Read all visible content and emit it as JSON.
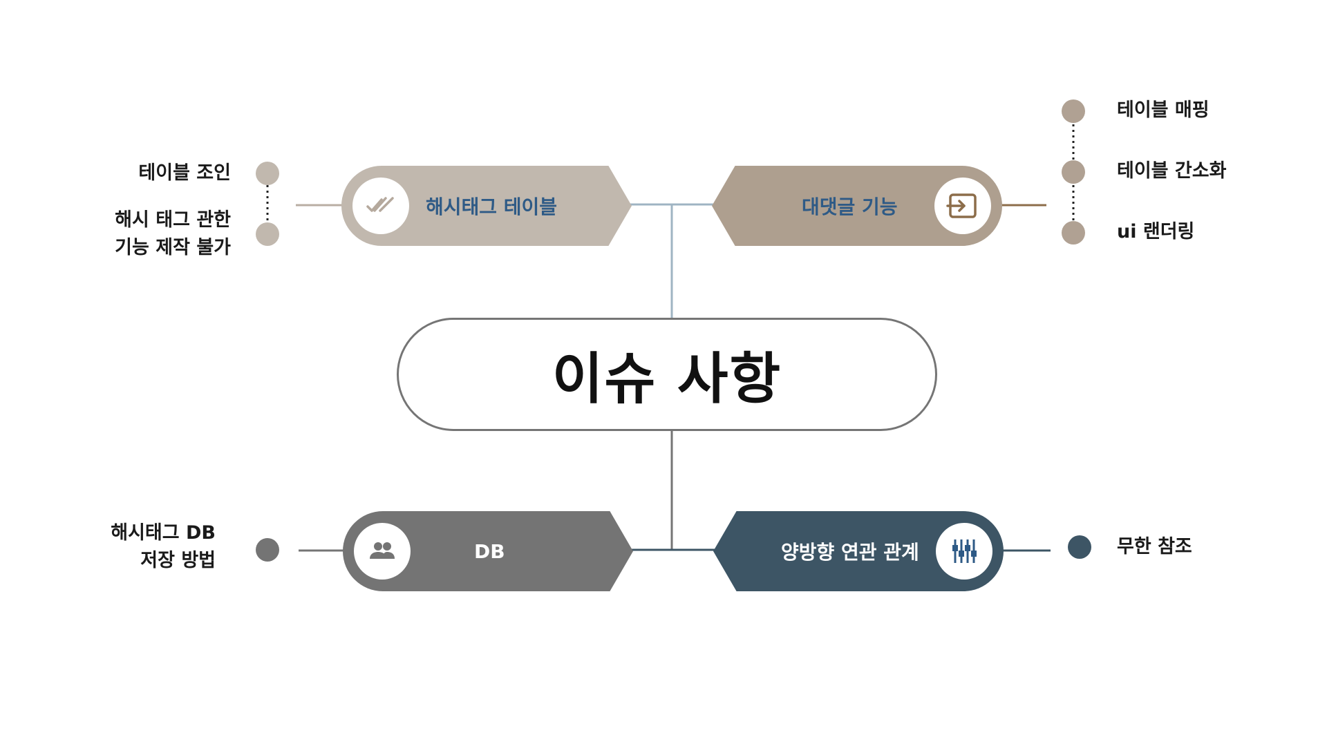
{
  "center": {
    "title": "이슈 사항"
  },
  "nodes": {
    "hashtag_table": {
      "label": "해시태그 테이블",
      "icon": "double-check-icon",
      "fill": "#c1b8ae",
      "text_color": "#2e5a86",
      "icon_color": "#b5a99d"
    },
    "reply": {
      "label": "대댓글 기능",
      "icon": "input-arrow-icon",
      "fill": "#ae9f8f",
      "text_color": "#2e5a86",
      "icon_color": "#8c6d4a"
    },
    "db": {
      "label": "DB",
      "icon": "people-icon",
      "fill": "#747474",
      "text_color": "#ffffff",
      "icon_color": "#747474"
    },
    "relation": {
      "label": "양방향 연관 관계",
      "icon": "equalizer-icon",
      "fill": "#3d5565",
      "text_color": "#ffffff",
      "icon_color": "#2e5a86"
    }
  },
  "annotations": {
    "hashtag_table": {
      "items": [
        "테이블 조인",
        "해시 태그 관한\n기능  제작 불가"
      ],
      "dot_color": "#c1b8ae"
    },
    "reply": {
      "items": [
        "테이블 매핑",
        "테이블 간소화",
        "ui 랜더링"
      ],
      "dot_color": "#b0a193"
    },
    "db": {
      "items": [
        "해시태그 DB\n저장 방법"
      ],
      "dot_color": "#747474"
    },
    "relation": {
      "items": [
        "무한 참조"
      ],
      "dot_color": "#3d5565"
    }
  },
  "connector_colors": {
    "top_trunk": "#9fb4c3",
    "bottom_trunk": "#757575",
    "hashtag_link": "#b9aea3",
    "reply_link": "#8c6d4a",
    "db_link": "#757575",
    "relation_link": "#3d5565"
  }
}
